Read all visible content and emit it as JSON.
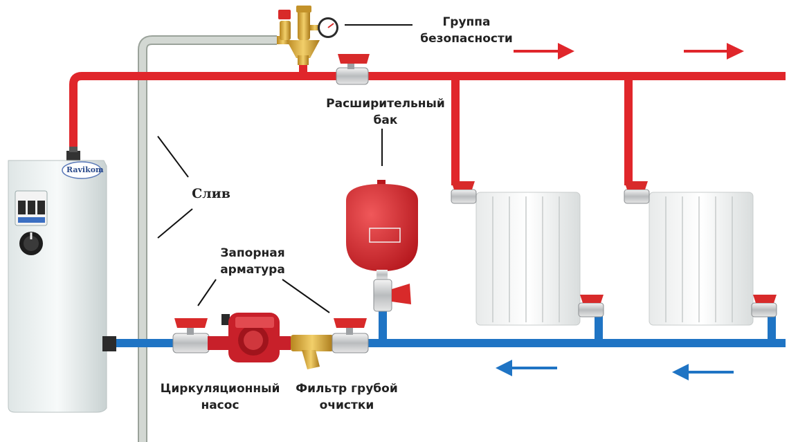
{
  "labels": {
    "safety_group": [
      "Группа",
      "безопасности"
    ],
    "expansion_tank": [
      "Расширительный",
      "бак"
    ],
    "drain": "Слив",
    "shutoff_valves": [
      "Запорная",
      "арматура"
    ],
    "circulation_pump": [
      "Циркуляционный",
      "насос"
    ],
    "coarse_filter": [
      "Фильтр грубой",
      "очистки"
    ]
  },
  "boiler_brand": "Ravikom",
  "colors": {
    "supply_pipe": "#e0262b",
    "return_pipe": "#1f74c4",
    "drain_pipe": "#c9cfc9",
    "expansion_tank": "#d8262c",
    "pump_body": "#c8202a",
    "brass": "#d4a73a",
    "valve_handle": "#d82a2a",
    "supply_arrow": "#e0262b",
    "return_arrow": "#1f74c4",
    "leader_line": "#111111"
  },
  "icons": {
    "supply_flow": "arrow-right-icon",
    "return_flow": "arrow-left-icon",
    "pressure_gauge": "gauge-icon",
    "boiler_thermostat": "dial-icon"
  }
}
